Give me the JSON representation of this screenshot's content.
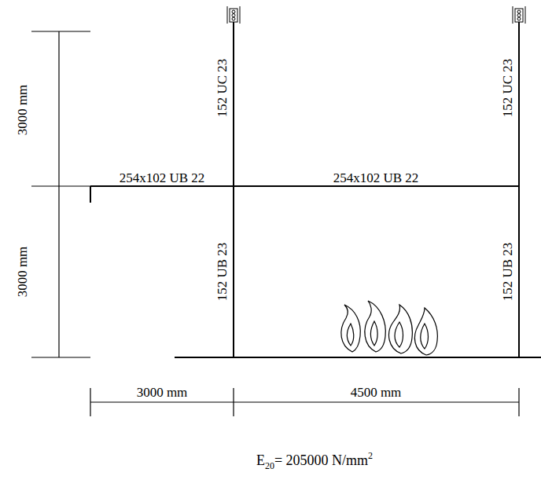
{
  "diagram": {
    "labels": [
      "3000 mm",
      "152 UC 23",
      "152 UC 23",
      "254x102 UB 22",
      "254x102 UB 22",
      "3000 mm",
      "152 UB 23",
      "152 UB 23",
      "3000 mm",
      "4500 mm",
      "E",
      "20",
      "= 205000 N/mm",
      "2"
    ]
  }
}
